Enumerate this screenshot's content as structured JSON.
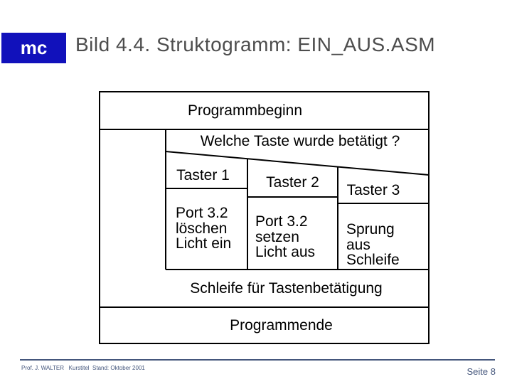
{
  "header": {
    "logo": "mc",
    "title": "Bild 4.4. Struktogramm: EIN_AUS.ASM"
  },
  "diagram": {
    "start": "Programmbeginn",
    "case_condition": "Welche Taste wurde betätigt ?",
    "branches": [
      {
        "label": "Taster 1",
        "body": "Port 3.2\nlöschen\nLicht ein"
      },
      {
        "label": "Taster 2",
        "body": "Port 3.2\nsetzen\nLicht aus"
      },
      {
        "label": "Taster 3",
        "body": "Sprung\naus\nSchleife"
      }
    ],
    "loop": "Schleife für Tastenbetätigung",
    "end": "Programmende"
  },
  "footer": {
    "credits": "Prof. J. WALTER   Kurstitel  Stand: Oktober 2001",
    "page": "Seite 8"
  },
  "colors": {
    "logo_bg": "#1111bb",
    "logo_text": "#ffffff",
    "title_text": "#4d4d4d",
    "diagram_line": "#000000",
    "diagram_text": "#000000",
    "footer_accent": "#44567c",
    "background": "#ffffff"
  }
}
